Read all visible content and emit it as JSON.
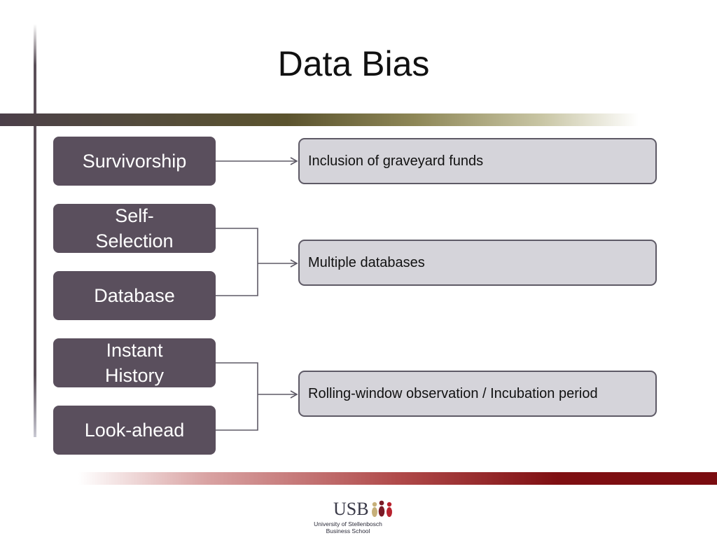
{
  "slide": {
    "title": "Data Bias"
  },
  "categories": [
    {
      "id": "survivorship",
      "label": "Survivorship"
    },
    {
      "id": "self-selection",
      "label": "Self-\nSelection"
    },
    {
      "id": "database",
      "label": "Database"
    },
    {
      "id": "instant-history",
      "label": "Instant\nHistory"
    },
    {
      "id": "look-ahead",
      "label": "Look-ahead"
    }
  ],
  "remedies": [
    {
      "id": "graveyard",
      "label": "Inclusion of graveyard funds"
    },
    {
      "id": "multiple-db",
      "label": "Multiple databases"
    },
    {
      "id": "rolling-window",
      "label": "Rolling-window observation / Incubation period"
    }
  ],
  "logo": {
    "wordmark": "USB",
    "line1": "University of Stellenbosch",
    "line2": "Business School"
  },
  "colors": {
    "category_fill": "#5a4f5d",
    "remedy_fill": "#d5d4da",
    "connector": "#5e5a66",
    "accent_red": "#7f0f12",
    "accent_olive": "#5b532e"
  }
}
